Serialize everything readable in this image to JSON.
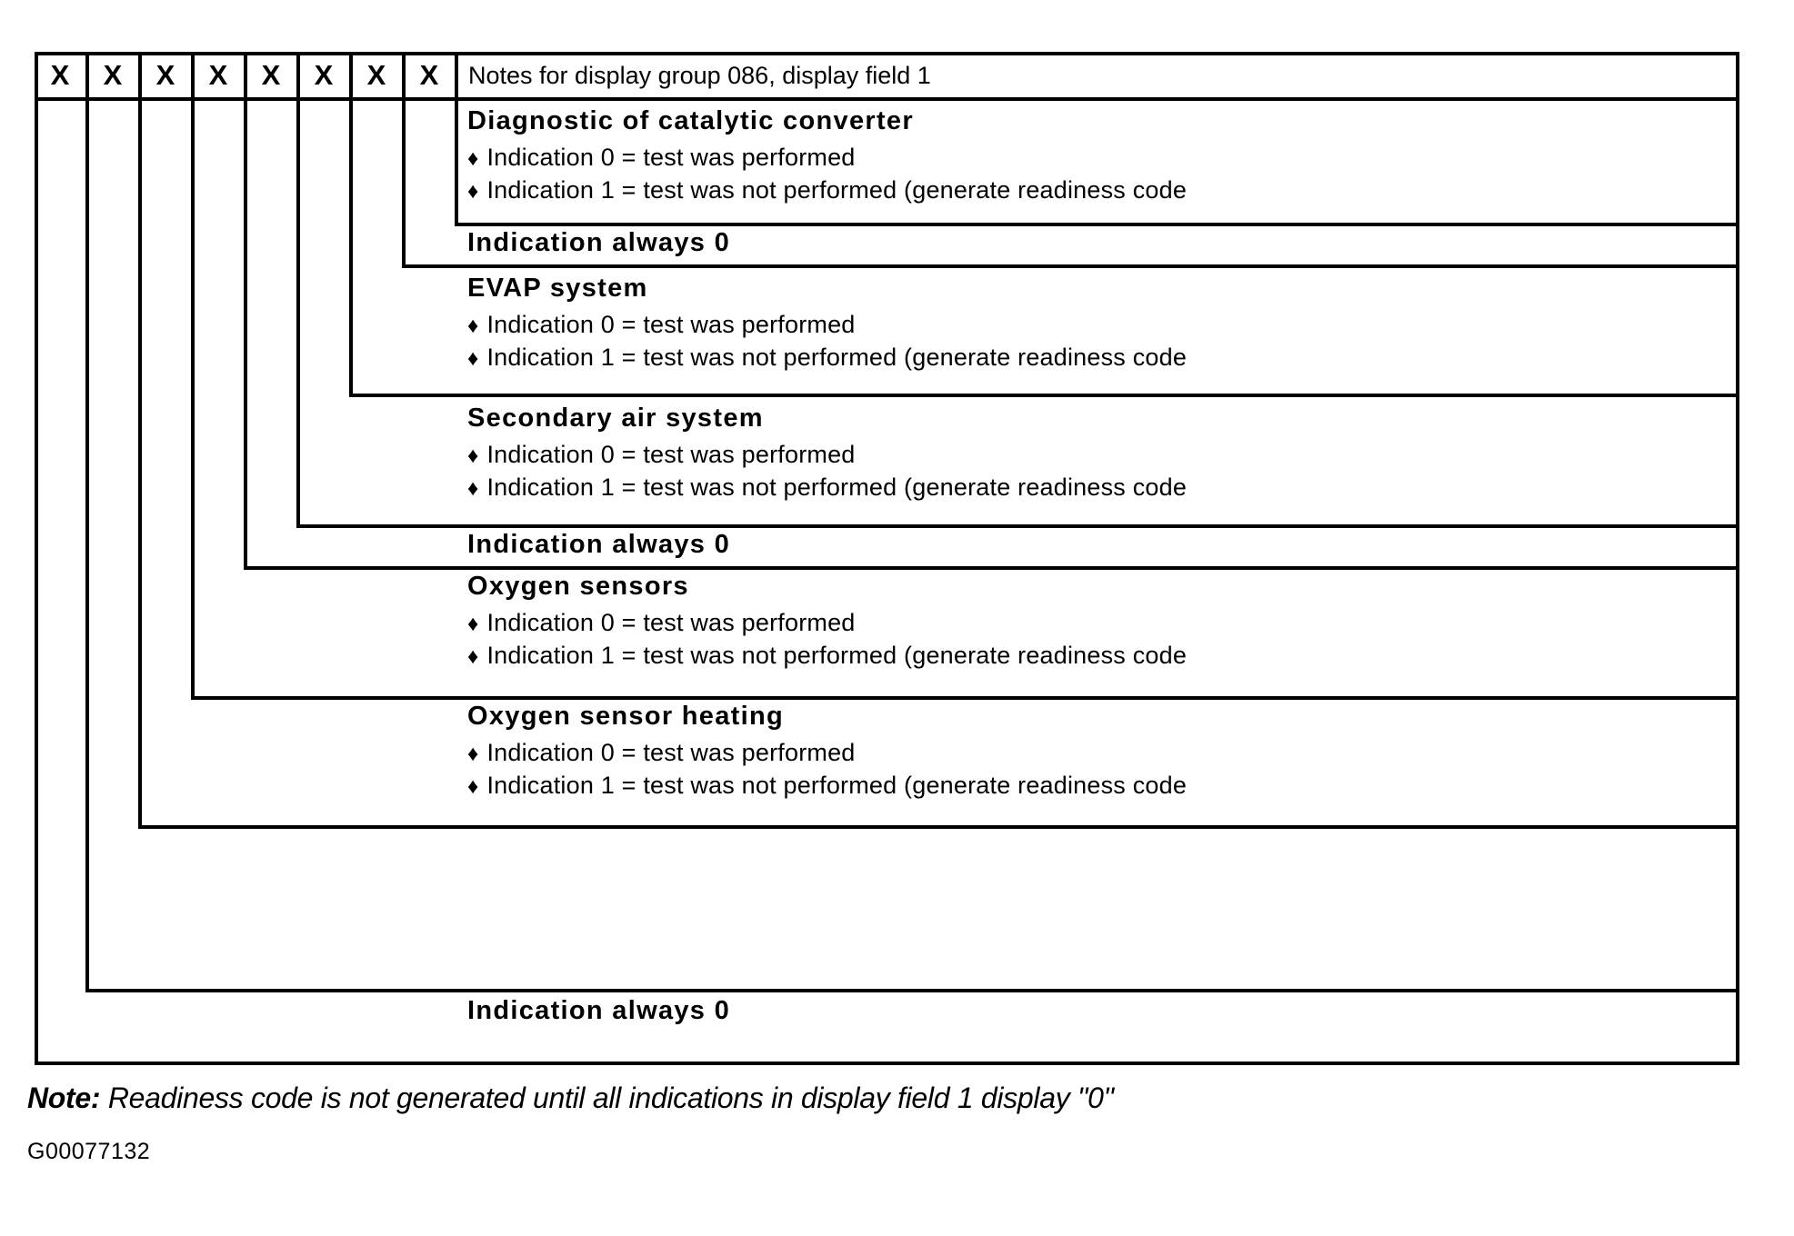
{
  "figure": {
    "code": "G00077132",
    "note_label": "Note:",
    "note_text": " Readiness code is not generated until all indications in display field 1 display \"0\""
  },
  "header": {
    "x_marks": [
      "X",
      "X",
      "X",
      "X",
      "X",
      "X",
      "X",
      "X"
    ],
    "notes_title": "Notes for display group 086, display field 1"
  },
  "bullet_glyph": "♦",
  "rows": [
    {
      "id": "catalytic-converter",
      "kind": "detail",
      "title": "Diagnostic of catalytic converter",
      "lines": [
        "Indication 0 = test was performed",
        "Indication 1 = test was not performed (generate readiness code"
      ]
    },
    {
      "id": "always-zero-1",
      "kind": "single",
      "title": "Indication always 0",
      "lines": []
    },
    {
      "id": "evap-system",
      "kind": "detail",
      "title": "EVAP system",
      "lines": [
        "Indication 0 = test was performed",
        "Indication 1 = test was not performed (generate readiness code"
      ]
    },
    {
      "id": "secondary-air-system",
      "kind": "detail",
      "title": "Secondary air system",
      "lines": [
        "Indication 0 = test was performed",
        "Indication 1 = test was not performed (generate readiness code"
      ]
    },
    {
      "id": "always-zero-2",
      "kind": "single",
      "title": "Indication always 0",
      "lines": []
    },
    {
      "id": "oxygen-sensors",
      "kind": "detail",
      "title": "Oxygen sensors",
      "lines": [
        "Indication 0 = test was performed",
        "Indication 1 = test was not performed (generate readiness code"
      ]
    },
    {
      "id": "oxygen-sensor-heating",
      "kind": "detail",
      "title": "Oxygen sensor heating",
      "lines": [
        "Indication 0 = test was performed",
        "Indication 1 = test was not performed (generate readiness code"
      ]
    },
    {
      "id": "always-zero-3",
      "kind": "single",
      "title": "Indication always 0",
      "lines": []
    }
  ],
  "colors": {
    "ink": "#000000",
    "paper": "#ffffff"
  }
}
